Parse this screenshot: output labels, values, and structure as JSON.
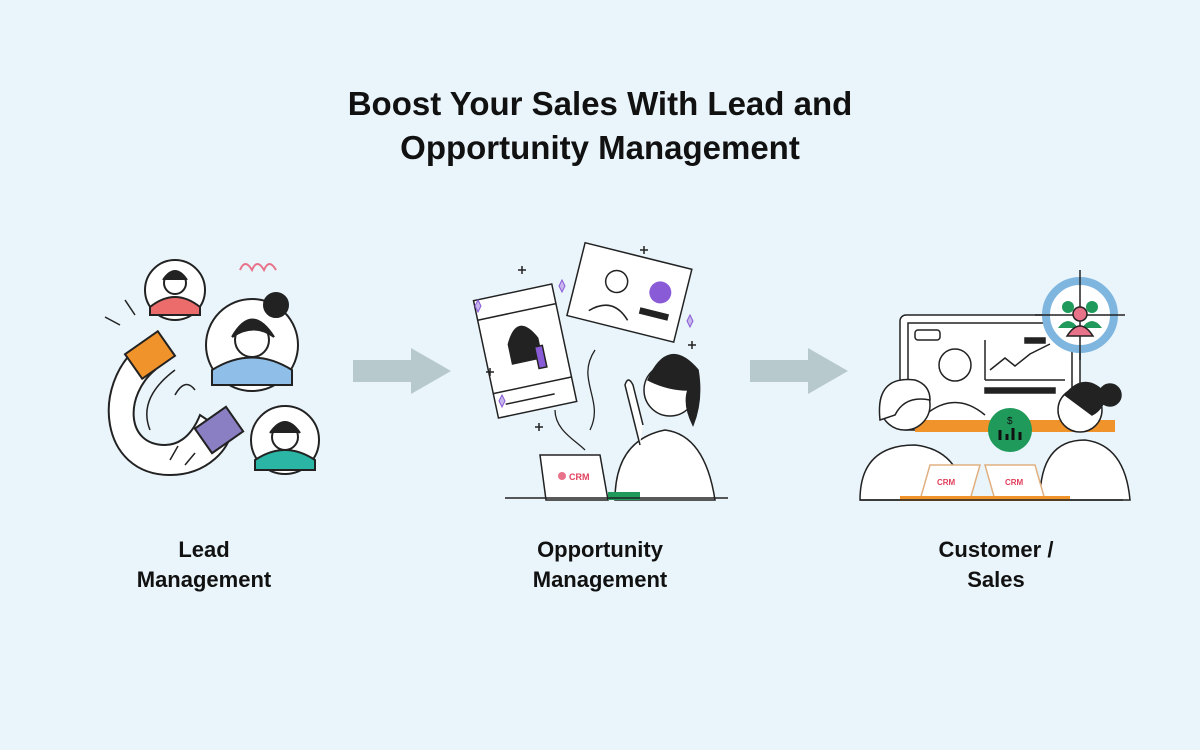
{
  "title": {
    "line1": "Boost Your Sales With Lead and",
    "line2": "Opportunity Management"
  },
  "stages": [
    {
      "line1": "Lead",
      "line2": "Management"
    },
    {
      "line1": "Opportunity",
      "line2": "Management"
    },
    {
      "line1": "Customer /",
      "line2": "Sales"
    }
  ],
  "crm_badge": "CRM",
  "colors": {
    "background": "#e9f5fb",
    "arrow": "#b7c9cc",
    "orange": "#f0932b",
    "purple": "#8a5bd6",
    "green": "#1f9a5b",
    "pink": "#e8728a",
    "blue": "#7fb6e0"
  }
}
